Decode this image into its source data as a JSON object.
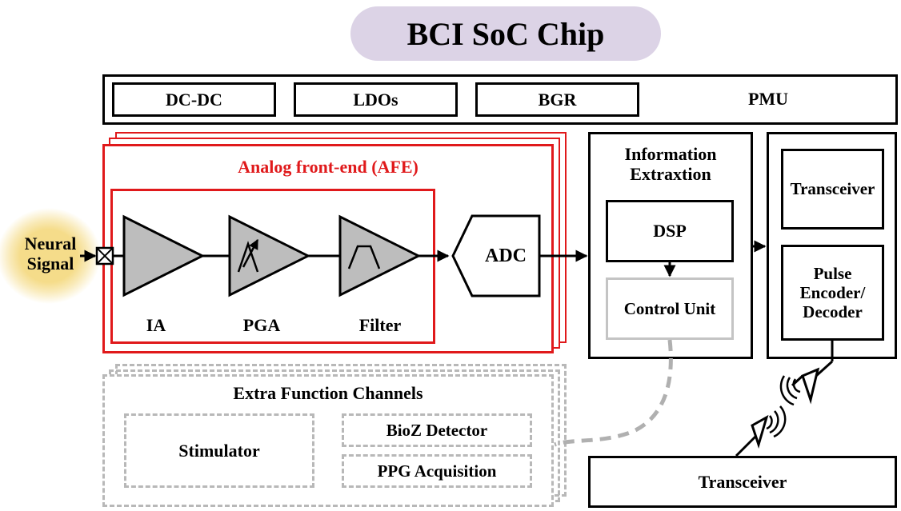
{
  "title": "BCI SoC Chip",
  "pmu": {
    "label": "PMU",
    "blocks": [
      "DC-DC",
      "LDOs",
      "BGR"
    ]
  },
  "input": {
    "line1": "Neural",
    "line2": "Signal"
  },
  "afe": {
    "title": "Analog front-end (AFE)",
    "stages": [
      "IA",
      "PGA",
      "Filter"
    ],
    "adc": "ADC"
  },
  "info": {
    "title_line1": "Information",
    "title_line2": "Extraxtion",
    "dsp": "DSP",
    "control": "Control Unit"
  },
  "comm": {
    "transceiver": "Transceiver",
    "pulse_line1": "Pulse",
    "pulse_line2": "Encoder/",
    "pulse_line3": "Decoder",
    "external_transceiver": "Transceiver"
  },
  "extra": {
    "title": "Extra Function Channels",
    "stimulator": "Stimulator",
    "bioz": "BioZ Detector",
    "ppg": "PPG Acquisition"
  },
  "colors": {
    "afe_red": "#e0191b",
    "pill": "#dcd3e6",
    "neural_glow": "#f5dc8a",
    "amp_fill": "#bdbdbd",
    "dashed_gray": "#b8b8b8"
  }
}
